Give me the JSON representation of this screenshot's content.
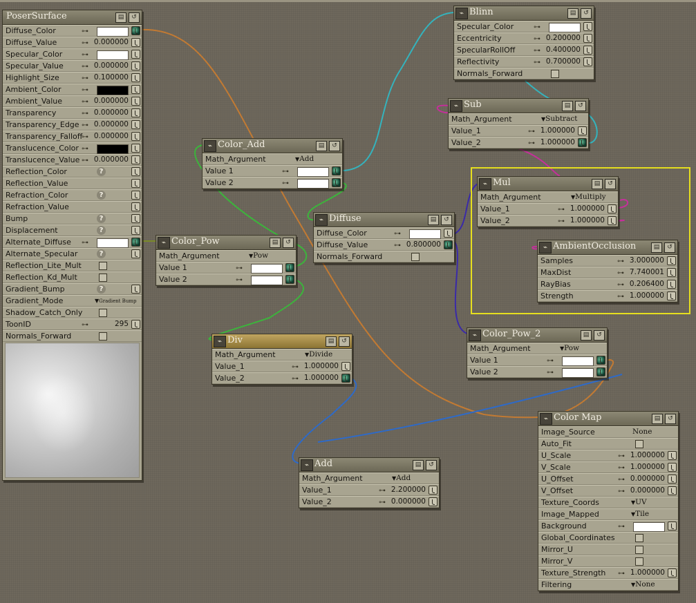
{
  "nodes": {
    "poser_surface": {
      "title": "PoserSurface",
      "params": [
        {
          "label": "Diffuse_Color",
          "type": "color",
          "color": "#ffffff",
          "plug": "on"
        },
        {
          "label": "Diffuse_Value",
          "type": "num",
          "value": "0.000000"
        },
        {
          "label": "Specular_Color",
          "type": "color",
          "color": "#ffffff"
        },
        {
          "label": "Specular_Value",
          "type": "num",
          "value": "0.000000"
        },
        {
          "label": "Highlight_Size",
          "type": "num",
          "value": "0.100000"
        },
        {
          "label": "Ambient_Color",
          "type": "color",
          "color": "#000000"
        },
        {
          "label": "Ambient_Value",
          "type": "num",
          "value": "0.000000"
        },
        {
          "label": "Transparency",
          "type": "num",
          "value": "0.000000"
        },
        {
          "label": "Transparency_Edge",
          "type": "num",
          "value": "0.000000"
        },
        {
          "label": "Transparency_Falloff",
          "type": "num",
          "value": "0.000000"
        },
        {
          "label": "Translucence_Color",
          "type": "color",
          "color": "#000000"
        },
        {
          "label": "Translucence_Value",
          "type": "num",
          "value": "0.000000"
        },
        {
          "label": "Reflection_Color",
          "type": "q"
        },
        {
          "label": "Reflection_Value",
          "type": "plain"
        },
        {
          "label": "Refraction_Color",
          "type": "q"
        },
        {
          "label": "Refraction_Value",
          "type": "plain"
        },
        {
          "label": "Bump",
          "type": "q"
        },
        {
          "label": "Displacement",
          "type": "q"
        },
        {
          "label": "Alternate_Diffuse",
          "type": "color",
          "color": "#ffffff",
          "plug": "on"
        },
        {
          "label": "Alternate_Specular",
          "type": "q"
        },
        {
          "label": "Reflection_Lite_Mult",
          "type": "check"
        },
        {
          "label": "Reflection_Kd_Mult",
          "type": "check"
        },
        {
          "label": "Gradient_Bump",
          "type": "q"
        },
        {
          "label": "Gradient_Mode",
          "type": "dropdown",
          "value": "Gradient Bump"
        },
        {
          "label": "Shadow_Catch_Only",
          "type": "check"
        },
        {
          "label": "ToonID",
          "type": "num",
          "value": "295"
        },
        {
          "label": "Normals_Forward",
          "type": "check"
        }
      ]
    },
    "blinn": {
      "title": "Blinn",
      "params": [
        {
          "label": "Specular_Color",
          "type": "color",
          "color": "#ffffff"
        },
        {
          "label": "Eccentricity",
          "type": "num",
          "value": "0.200000"
        },
        {
          "label": "SpecularRollOff",
          "type": "num",
          "value": "0.400000"
        },
        {
          "label": "Reflectivity",
          "type": "num",
          "value": "0.700000"
        },
        {
          "label": "Normals_Forward",
          "type": "check"
        }
      ]
    },
    "sub": {
      "title": "Sub",
      "params": [
        {
          "label": "Math_Argument",
          "type": "dropdown",
          "value": "Subtract"
        },
        {
          "label": "Value_1",
          "type": "num",
          "value": "1.000000"
        },
        {
          "label": "Value_2",
          "type": "num",
          "value": "1.000000",
          "plug": "on"
        }
      ]
    },
    "color_add": {
      "title": "Color_Add",
      "params": [
        {
          "label": "Math_Argument",
          "type": "dropdown",
          "value": "Add"
        },
        {
          "label": "Value 1",
          "type": "color",
          "color": "#ffffff",
          "plug": "on"
        },
        {
          "label": "Value 2",
          "type": "color",
          "color": "#ffffff",
          "plug": "on"
        }
      ]
    },
    "diffuse": {
      "title": "Diffuse",
      "params": [
        {
          "label": "Diffuse_Color",
          "type": "color",
          "color": "#ffffff"
        },
        {
          "label": "Diffuse_Value",
          "type": "num",
          "value": "0.800000",
          "plug": "on"
        },
        {
          "label": "Normals_Forward",
          "type": "check"
        }
      ]
    },
    "color_pow": {
      "title": "Color_Pow",
      "params": [
        {
          "label": "Math_Argument",
          "type": "dropdown",
          "value": "Pow"
        },
        {
          "label": "Value 1",
          "type": "color",
          "color": "#ffffff",
          "plug": "on"
        },
        {
          "label": "Value 2",
          "type": "color",
          "color": "#ffffff",
          "plug": "on"
        }
      ]
    },
    "mul": {
      "title": "Mul",
      "params": [
        {
          "label": "Math_Argument",
          "type": "dropdown",
          "value": "Multiply"
        },
        {
          "label": "Value_1",
          "type": "num",
          "value": "1.000000"
        },
        {
          "label": "Value_2",
          "type": "num",
          "value": "1.000000"
        }
      ]
    },
    "ambient_occlusion": {
      "title": "AmbientOcclusion",
      "params": [
        {
          "label": "Samples",
          "type": "num",
          "value": "3.000000"
        },
        {
          "label": "MaxDist",
          "type": "num",
          "value": "7.740001"
        },
        {
          "label": "RayBias",
          "type": "num",
          "value": "0.206400"
        },
        {
          "label": "Strength",
          "type": "num",
          "value": "1.000000"
        }
      ]
    },
    "div": {
      "title": "Div",
      "params": [
        {
          "label": "Math_Argument",
          "type": "dropdown",
          "value": "Divide"
        },
        {
          "label": "Value_1",
          "type": "num",
          "value": "1.000000"
        },
        {
          "label": "Value_2",
          "type": "num",
          "value": "1.000000",
          "plug": "on"
        }
      ]
    },
    "color_pow_2": {
      "title": "Color_Pow_2",
      "params": [
        {
          "label": "Math_Argument",
          "type": "dropdown",
          "value": "Pow"
        },
        {
          "label": "Value 1",
          "type": "color",
          "color": "#ffffff",
          "plug": "on"
        },
        {
          "label": "Value 2",
          "type": "color",
          "color": "#ffffff",
          "plug": "on"
        }
      ]
    },
    "add": {
      "title": "Add",
      "params": [
        {
          "label": "Math_Argument",
          "type": "dropdown",
          "value": "Add"
        },
        {
          "label": "Value_1",
          "type": "num",
          "value": "2.200000"
        },
        {
          "label": "Value_2",
          "type": "num",
          "value": "0.000000"
        }
      ]
    },
    "color_map": {
      "title": "Color Map",
      "params": [
        {
          "label": "Image_Source",
          "type": "text",
          "value": "None"
        },
        {
          "label": "Auto_Fit",
          "type": "check"
        },
        {
          "label": "U_Scale",
          "type": "num",
          "value": "1.000000"
        },
        {
          "label": "V_Scale",
          "type": "num",
          "value": "1.000000"
        },
        {
          "label": "U_Offset",
          "type": "num",
          "value": "0.000000"
        },
        {
          "label": "V_Offset",
          "type": "num",
          "value": "0.000000"
        },
        {
          "label": "Texture_Coords",
          "type": "dropdown",
          "value": "UV"
        },
        {
          "label": "Image_Mapped",
          "type": "dropdown",
          "value": "Tile"
        },
        {
          "label": "Background",
          "type": "color",
          "color": "#ffffff"
        },
        {
          "label": "Global_Coordinates",
          "type": "check"
        },
        {
          "label": "Mirror_U",
          "type": "check"
        },
        {
          "label": "Mirror_V",
          "type": "check"
        },
        {
          "label": "Texture_Strength",
          "type": "num",
          "value": "1.000000"
        },
        {
          "label": "Filtering",
          "type": "dropdown",
          "value": "None"
        }
      ]
    }
  },
  "wire_colors": {
    "orange": "#c27a33",
    "cyan": "#34b3bd",
    "magenta": "#c4309a",
    "green": "#3cb43c",
    "blue": "#2e6ac8",
    "navy": "#3a2aa8",
    "selection": "#e6df1e"
  }
}
